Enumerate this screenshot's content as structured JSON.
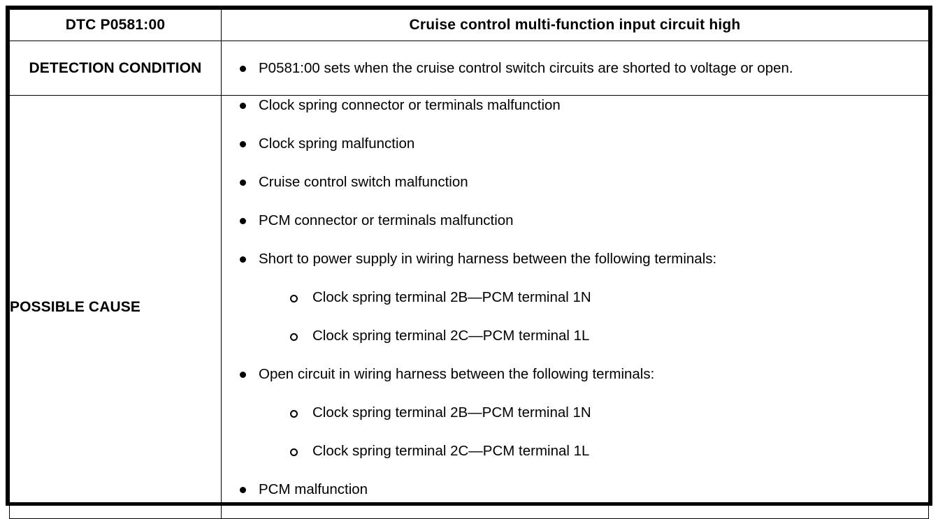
{
  "table": {
    "header": {
      "dtc_code": "DTC P0581:00",
      "dtc_title": "Cruise control multi-function input circuit high"
    },
    "rows": [
      {
        "label": "DETECTION CONDITION",
        "items": [
          {
            "text": "P0581:00 sets when the cruise control switch circuits are shorted to voltage or open.",
            "sub_items": []
          }
        ]
      },
      {
        "label": "POSSIBLE CAUSE",
        "items": [
          {
            "text": "Clock spring connector or terminals malfunction",
            "sub_items": []
          },
          {
            "text": "Clock spring malfunction",
            "sub_items": []
          },
          {
            "text": "Cruise control switch malfunction",
            "sub_items": []
          },
          {
            "text": "PCM connector or terminals malfunction",
            "sub_items": []
          },
          {
            "text": "Short to power supply in wiring harness between the following terminals:",
            "sub_items": [
              "Clock spring terminal 2B—PCM terminal 1N",
              "Clock spring terminal 2C—PCM terminal 1L"
            ]
          },
          {
            "text": "Open circuit in wiring harness between the following terminals:",
            "sub_items": [
              "Clock spring terminal 2B—PCM terminal 1N",
              "Clock spring terminal 2C—PCM terminal 1L"
            ]
          },
          {
            "text": "PCM malfunction",
            "sub_items": []
          }
        ]
      }
    ]
  },
  "colors": {
    "border": "#000000",
    "text": "#000000",
    "background": "#ffffff"
  }
}
